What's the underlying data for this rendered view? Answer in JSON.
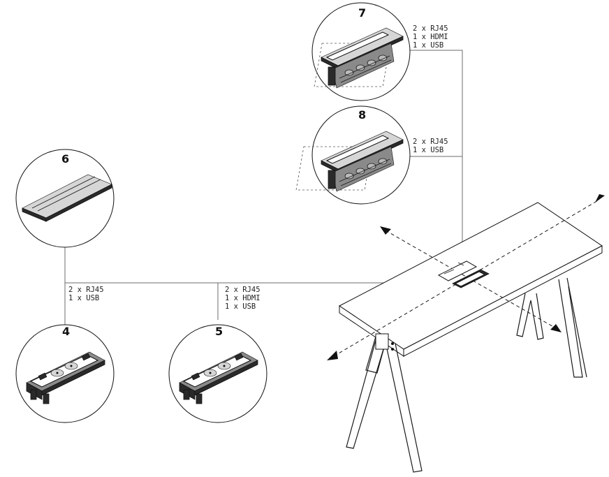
{
  "callouts": [
    {
      "number": "7",
      "lines": [
        "2 x RJ45",
        "1 x HDMI",
        "1 x USB"
      ]
    },
    {
      "number": "8",
      "lines": [
        "2 x RJ45",
        "1 x USB"
      ]
    },
    {
      "number": "6",
      "lines": []
    },
    {
      "number": "4",
      "lines": [
        "2 x RJ45",
        "1 x USB"
      ]
    },
    {
      "number": "5",
      "lines": [
        "2 x RJ45",
        "1 x HDMI",
        "1 x USB"
      ]
    }
  ]
}
